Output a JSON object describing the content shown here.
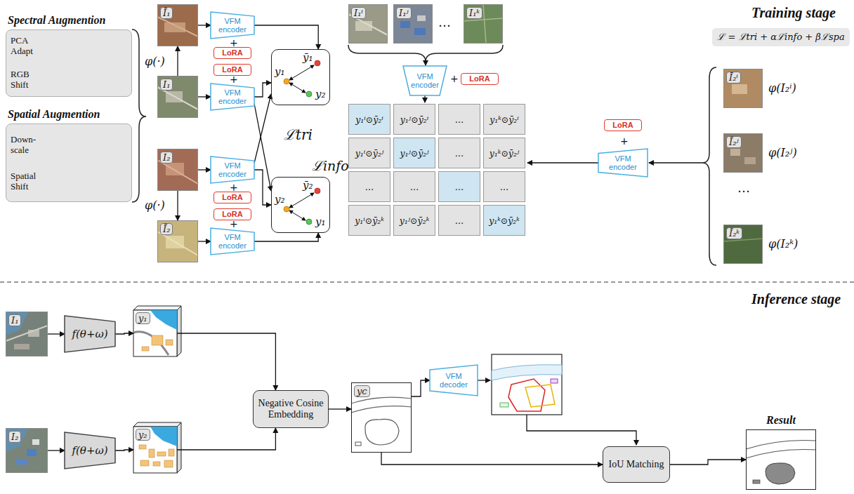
{
  "diagram": {
    "nodes": [
      {
        "text": [
          "Spectral Augmention",
          "PCA Adapt",
          "RGB Shift"
        ]
      },
      {
        "text": [
          "Spatial Augmention",
          "Down-scale",
          "Spatial Shift"
        ]
      },
      {
        "text": [
          "Ī₁"
        ]
      },
      {
        "text": [
          "VFM encoder"
        ]
      },
      {
        "text": [
          "LoRA"
        ]
      },
      {
        "text": [
          "I₁"
        ]
      },
      {
        "text": [
          "LoRA"
        ]
      },
      {
        "text": [
          "VFM encoder"
        ]
      },
      {
        "text": [
          "I₂"
        ]
      },
      {
        "text": [
          "VFM encoder"
        ]
      },
      {
        "text": [
          "LoRA"
        ]
      },
      {
        "text": [
          "Ī₂"
        ]
      },
      {
        "text": [
          "LoRA"
        ]
      },
      {
        "text": [
          "VFM encoder"
        ]
      },
      {
        "text": [
          "y₁",
          "ȳ₁",
          "y₂"
        ]
      },
      {
        "text": [
          "y₂",
          "ȳ₂",
          "y₁"
        ]
      },
      {
        "text": [
          "I₁ⁱ"
        ]
      },
      {
        "text": [
          "I₁ʲ"
        ]
      },
      {
        "text": [
          "I₁ᵏ"
        ]
      },
      {
        "text": [
          "VFM encoder"
        ]
      },
      {
        "text": [
          "LoRA"
        ]
      },
      {
        "text": [
          "ℒ = ℒtri + αℒinfo + βℒspa"
        ]
      },
      {
        "text": [
          "y₁ⁱ⊙ȳ₂ⁱ"
        ]
      },
      {
        "text": [
          "y₁ʲ⊙ȳ₂ⁱ"
        ]
      },
      {
        "text": [
          "…"
        ]
      },
      {
        "text": [
          "y₁ᵏ⊙ȳ₂ⁱ"
        ]
      },
      {
        "text": [
          "y₁ⁱ⊙ȳ₂ʲ"
        ]
      },
      {
        "text": [
          "y₁ʲ⊙ȳ₂ʲ"
        ]
      },
      {
        "text": [
          "…"
        ]
      },
      {
        "text": [
          "y₁ᵏ⊙ȳ₂ʲ"
        ]
      },
      {
        "text": [
          "…"
        ]
      },
      {
        "text": [
          "…"
        ]
      },
      {
        "text": [
          "…"
        ]
      },
      {
        "text": [
          "…"
        ]
      },
      {
        "text": [
          "y₁ⁱ⊙ȳ₂ᵏ"
        ]
      },
      {
        "text": [
          "y₁ʲ⊙ȳ₂ᵏ"
        ]
      },
      {
        "text": [
          "…"
        ]
      },
      {
        "text": [
          "y₁ᵏ⊙ȳ₂ᵏ"
        ]
      },
      {
        "text": [
          "LoRA"
        ]
      },
      {
        "text": [
          "VFM encoder"
        ]
      },
      {
        "text": [
          "Ī₂ⁱ"
        ]
      },
      {
        "text": [
          "Ī₂ʲ"
        ]
      },
      {
        "text": [
          "Ī₂ᵏ"
        ]
      },
      {
        "text": [
          "I₁"
        ]
      },
      {
        "text": [
          "f(θ+ω)"
        ]
      },
      {
        "text": [
          "y₁"
        ]
      },
      {
        "text": [
          "I₂"
        ]
      },
      {
        "text": [
          "f(θ+ω)"
        ]
      },
      {
        "text": [
          "y₂"
        ]
      },
      {
        "text": [
          "Negative Cosine Embedding"
        ]
      },
      {
        "text": [
          "yc"
        ]
      },
      {
        "text": [
          "VFM decoder"
        ]
      },
      {
        "text": [
          "IoU Matching"
        ]
      },
      {
        "text": [
          "Result"
        ]
      }
    ],
    "edges": [
      {
        "from": 5,
        "to": 2,
        "arrow": "to"
      },
      {
        "from": 8,
        "to": 11,
        "arrow": "to"
      },
      {
        "from": 2,
        "to": 3,
        "arrow": "to"
      },
      {
        "from": 5,
        "to": 7,
        "arrow": "to"
      },
      {
        "from": 8,
        "to": 9,
        "arrow": "to"
      },
      {
        "from": 11,
        "to": 13,
        "arrow": "to"
      },
      {
        "from": 3,
        "to": 14,
        "arrow": "to"
      },
      {
        "from": 7,
        "to": 14,
        "arrow": "to"
      },
      {
        "from": 7,
        "to": 15,
        "arrow": "to"
      },
      {
        "from": 9,
        "to": 14,
        "arrow": "to"
      },
      {
        "from": 9,
        "to": 15,
        "arrow": "to"
      },
      {
        "from": 13,
        "to": 15,
        "arrow": "to"
      },
      {
        "from": 43,
        "to": 44,
        "arrow": "to"
      },
      {
        "from": 44,
        "to": 45,
        "arrow": "to"
      },
      {
        "from": 45,
        "to": 49,
        "arrow": "to"
      },
      {
        "from": 46,
        "to": 47,
        "arrow": "to"
      },
      {
        "from": 47,
        "to": 48,
        "arrow": "to"
      },
      {
        "from": 48,
        "to": 49,
        "arrow": "to"
      },
      {
        "from": 49,
        "to": 50,
        "arrow": "to"
      },
      {
        "from": 50,
        "to": 51,
        "arrow": "to"
      },
      {
        "from": 50,
        "to": 52,
        "arrow": "to"
      },
      {
        "from": 52,
        "to": 53,
        "arrow": "to"
      }
    ],
    "labels": [
      "Training stage",
      "φ(·)",
      "φ(·)",
      "ℒtri",
      "+",
      "+",
      "+",
      "+",
      "…",
      "+",
      "ℒinfo",
      "+",
      "φ(I₂ⁱ)",
      "…",
      "φ(I₂ʲ)",
      "φ(I₂ᵏ)",
      "Inference stage"
    ]
  }
}
